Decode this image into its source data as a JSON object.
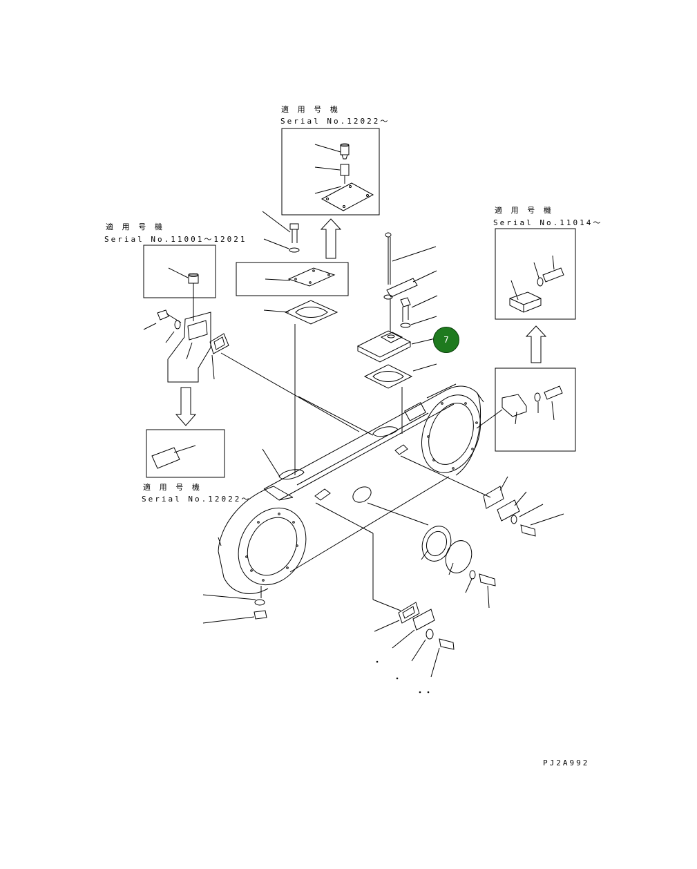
{
  "labels": {
    "top_jp": "適 用 号 機",
    "top_serial": "Serial No.12022～",
    "left_jp": "適 用 号 機",
    "left_serial": "Serial No.11001～12021",
    "right_jp": "適 用 号 機",
    "right_serial": "Serial No.11014～",
    "bottom_jp": "適 用 号 機",
    "bottom_serial": "Serial No.12022～"
  },
  "callout": {
    "number": "7",
    "color": "#1e7a1e"
  },
  "drawing_code": "PJ2A992"
}
